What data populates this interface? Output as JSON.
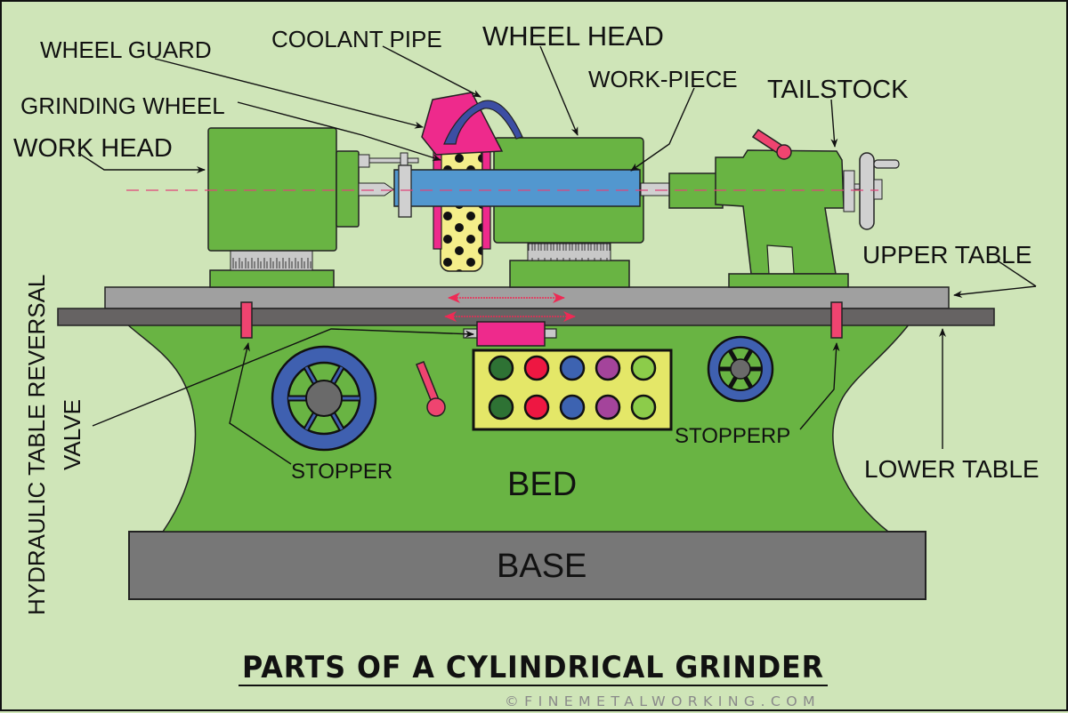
{
  "title": "PARTS OF A CYLINDRICAL GRINDER",
  "copyright": "©FINEMETALWORKING.COM",
  "labels": {
    "wheel_guard": "WHEEL GUARD",
    "coolant_pipe": "COOLANT PIPE",
    "wheel_head": "WHEEL HEAD",
    "work_piece": "WORK-PIECE",
    "tailstock": "TAILSTOCK",
    "grinding_wheel": "GRINDING WHEEL",
    "work_head": "WORK HEAD",
    "upper_table": "UPPER TABLE",
    "lower_table": "LOWER TABLE",
    "hydraulic_line1": "HYDRAULIC TABLE REVERSAL",
    "hydraulic_line2": "VALVE",
    "stopper_left": "STOPPER",
    "stopper_right": "STOPPERP",
    "bed": "BED",
    "base": "BASE"
  },
  "colors": {
    "background": "#cfe5b8",
    "machine_green": "#69b443",
    "upper_table": "#a0a0a0",
    "lower_table": "#666363",
    "base": "#777777",
    "workpiece_blue": "#5297cf",
    "guard_pink": "#ee2a8c",
    "coolant_blue": "#3c4ea3",
    "wheel_yellow": "#f4ee8a",
    "stopper_red": "#ef4470",
    "control_panel": "#e4e768",
    "handwheel_blue": "#3f60b0"
  },
  "control_panel_buttons": [
    "#2e7234",
    "#ee1742",
    "#3d63b1",
    "#a4449b",
    "#8ccc4a",
    "#2e7234",
    "#ee1742",
    "#3d63b1",
    "#a4449b",
    "#8ccc4a"
  ]
}
